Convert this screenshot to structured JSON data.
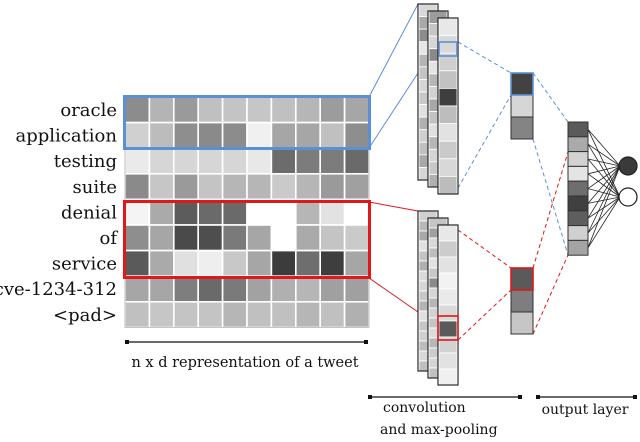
{
  "words": [
    "oracle",
    "application",
    "testing",
    "suite",
    "denial",
    "of",
    "service",
    "cve-1234-312",
    "<pad>"
  ],
  "matrix_shades": [
    [
      "#8c8c8c",
      "#b4b4b4",
      "#9a9a9a",
      "#c0c0c0",
      "#c4c4c4",
      "#c6c6c6",
      "#c0c0c0",
      "#b6b6b6",
      "#9c9c9c",
      "#a6a6a6"
    ],
    [
      "#d0d0d0",
      "#bcbcbc",
      "#8e8e8e",
      "#8a8a8a",
      "#8c8c8c",
      "#f0f0f0",
      "#a6a6a6",
      "#a6a6a6",
      "#c0c0c0",
      "#8e8e8e"
    ],
    [
      "#eaeaea",
      "#d6d6d6",
      "#d6d6d6",
      "#d6d6d6",
      "#d6d6d6",
      "#e8e8e8",
      "#6c6c6c",
      "#7c7c7c",
      "#7c7c7c",
      "#6a6a6a"
    ],
    [
      "#8a8a8a",
      "#c6c6c6",
      "#9a9a9a",
      "#c4c4c4",
      "#b6b6b6",
      "#b6b6b6",
      "#cacaca",
      "#b6b6b6",
      "#9a9a9a",
      "#a0a0a0"
    ],
    [
      "#f4f4f4",
      "#aaaaaa",
      "#5c5c5c",
      "#6a6a6a",
      "#6a6a6a",
      "#ffffff",
      "#ffffff",
      "#b6b6b6",
      "#e2e2e2",
      "#ffffff"
    ],
    [
      "#8e8e8e",
      "#a6a6a6",
      "#4a4a4a",
      "#4e4e4e",
      "#7a7a7a",
      "#a6a6a6",
      "#ffffff",
      "#aaaaaa",
      "#c4c4c4",
      "#cacaca"
    ],
    [
      "#5a5a5a",
      "#aaaaaa",
      "#e0e0e0",
      "#eeeeee",
      "#c8c8c8",
      "#a6a6a6",
      "#3c3c3c",
      "#6e6e6e",
      "#3e3e3e",
      "#a6a6a6"
    ],
    [
      "#a6a6a6",
      "#a6a6a6",
      "#7e7e7e",
      "#6a6a6a",
      "#7a7a7a",
      "#a2a2a2",
      "#b0b0b0",
      "#b6b6b6",
      "#a0a0a0",
      "#a0a0a0"
    ],
    [
      "#c0c0c0",
      "#c6c6c6",
      "#c4c4c4",
      "#c4c4c4",
      "#b6b6b6",
      "#c0c0c0",
      "#c0c0c0",
      "#b6b6b6",
      "#c0c0c0",
      "#b0b0b0"
    ]
  ],
  "filter_colors": {
    "blue": "#5b8fd6",
    "red": "#e01818"
  },
  "top_maps": [
    [
      "#d8d8d8",
      "#a8a8a8",
      "#8c8c8c",
      "#e6e6e6",
      "#b4b4b4",
      "#c4c4c4",
      "#d6d6d6",
      "#c8c8c8",
      "#e0e0e0",
      "#b0b0b0",
      "#d0d0d0",
      "#c0c0c0",
      "#a8a8a8",
      "#d6d6d6"
    ],
    [
      "#9c9c9c",
      "#c6c6c6",
      "#d6d6d6",
      "#8a8a8a",
      "#e4e4e4",
      "#b6b6b6",
      "#d2d2d2",
      "#a8a8a8",
      "#c2c2c2",
      "#e0e0e0",
      "#b6b6b6",
      "#d4d4d4",
      "#c8c8c8",
      "#b0b0b0"
    ],
    [
      "#e8e8e8",
      "#d8d8d8",
      "#cfcfcf",
      "#c2c2c2",
      "#3e3e3e",
      "#bdbdbd",
      "#e2e2e2",
      "#cacaca",
      "#d8d8d8",
      "#bcbcbc"
    ]
  ],
  "bottom_maps": [
    [
      "#d0d0d0",
      "#b8b8b8",
      "#a8a8a8",
      "#e0e0e0",
      "#c4c4c4",
      "#b0b0b0",
      "#dadada",
      "#d6d6d6",
      "#c8c8c8",
      "#b4b4b4",
      "#e0e0e0",
      "#c6c6c6",
      "#d0d0d0",
      "#bcbcbc",
      "#d8d8d8",
      "#c0c0c0"
    ],
    [
      "#c4c4c4",
      "#a0a0a0",
      "#d8d8d8",
      "#bdbdbd",
      "#e2e2e2",
      "#c8c8c8",
      "#8a8a8a",
      "#d6d6d6",
      "#b6b6b6",
      "#d2d2d2",
      "#c4c4c4",
      "#dcdcdc",
      "#b8b8b8",
      "#cccccc",
      "#d4d4d4",
      "#c0c0c0"
    ],
    [
      "#e8e8e8",
      "#cccccc",
      "#e2e2e2",
      "#f2f2f2",
      "#eaeaea",
      "#d8d8d8",
      "#5a5a5a",
      "#d2d2d2",
      "#e2e2e2",
      "#f0f0f0"
    ]
  ],
  "top_pool": [
    "#424242",
    "#d6d6d6",
    "#848484"
  ],
  "bottom_pool": [
    "#5a5a5a",
    "#7e7e7e",
    "#c6c6c6"
  ],
  "output_cells": [
    "#5a5a5a",
    "#aaaaaa",
    "#d2d2d2",
    "#e4e4e4",
    "#6e6e6e",
    "#404040",
    "#5e5e5e",
    "#d0d0d0",
    "#a4a4a4"
  ],
  "output_nodes": [
    "#3a3a3a",
    "#ffffff"
  ],
  "captions": {
    "matrix": "n x d representation of a tweet",
    "conv_line1": "convolution",
    "conv_line2": "and max-pooling",
    "output": "output layer"
  }
}
